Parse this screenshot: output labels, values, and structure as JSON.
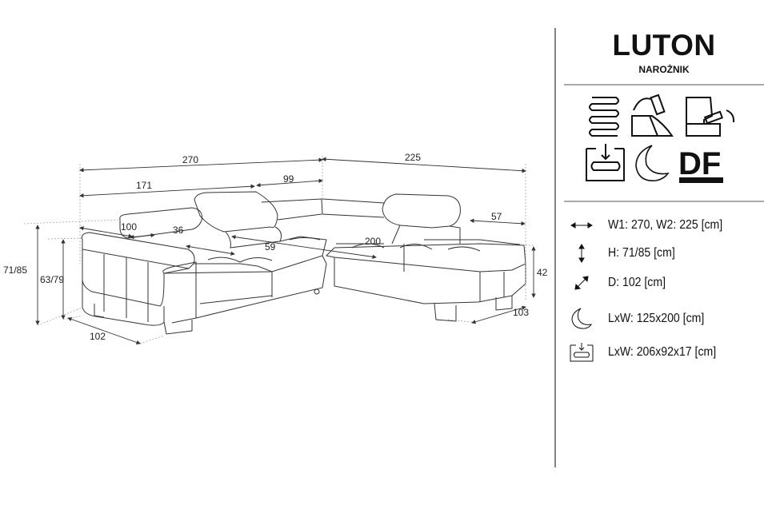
{
  "product": {
    "name": "LUTON",
    "type": "NAROŻNIK"
  },
  "feature_icons": [
    "spring-icon",
    "adjustable-headrest-icon",
    "adjustable-armrest-icon",
    "storage-container-icon",
    "sleep-function-icon",
    "df-logo"
  ],
  "logo_text": "DF",
  "dimensions_drawing": {
    "w1": "270",
    "w2": "225",
    "left_back": "171",
    "corner_back": "99",
    "armrest_len": "100",
    "armrest_width": "36",
    "seat_depth": "59",
    "sleep_length": "200",
    "headrest_offset": "57",
    "seat_height": "42",
    "right_depth": "103",
    "left_depth": "102",
    "total_height": "71/85",
    "back_height": "63/79"
  },
  "specs": [
    {
      "icon": "width-arrows-icon",
      "text": "W1: 270, W2: 225 [cm]"
    },
    {
      "icon": "height-arrows-icon",
      "text": "H: 71/85 [cm]"
    },
    {
      "icon": "depth-arrows-icon",
      "text": "D: 102 [cm]"
    },
    {
      "icon": "sleep-area-icon",
      "text": "LxW: 125x200 [cm]"
    },
    {
      "icon": "storage-icon",
      "text": "LxW: 206x92x17 [cm]"
    }
  ]
}
